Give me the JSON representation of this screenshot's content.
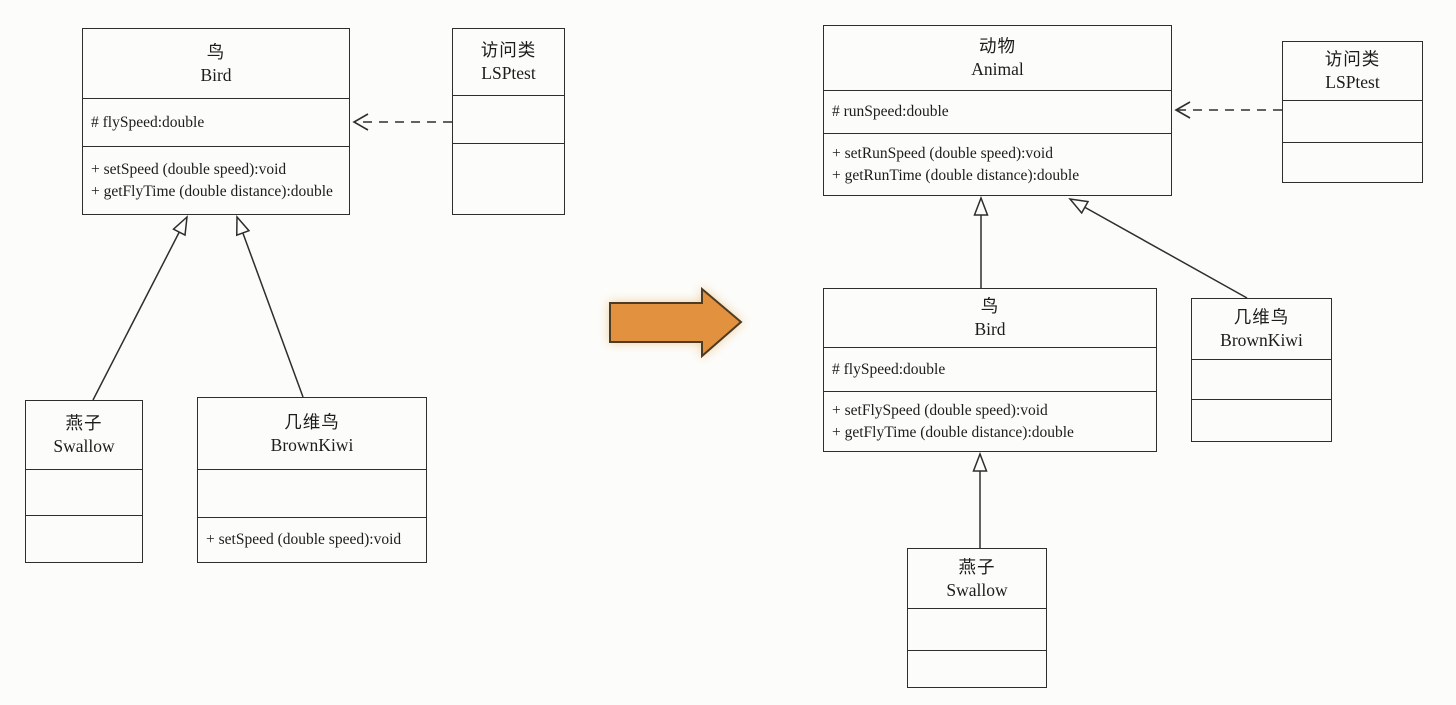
{
  "left_diagram": {
    "bird": {
      "name_cn": "鸟",
      "name_en": "Bird",
      "attributes": [
        "# flySpeed:double"
      ],
      "methods": [
        "+ setSpeed (double speed):void",
        "+ getFlyTime (double distance):double"
      ]
    },
    "lsptest": {
      "name_cn": "访问类",
      "name_en": "LSPtest",
      "attributes": [],
      "methods": []
    },
    "swallow": {
      "name_cn": "燕子",
      "name_en": "Swallow",
      "attributes": [],
      "methods": []
    },
    "brownkiwi": {
      "name_cn": "几维鸟",
      "name_en": "BrownKiwi",
      "attributes": [],
      "methods": [
        "+ setSpeed (double speed):void"
      ]
    }
  },
  "right_diagram": {
    "animal": {
      "name_cn": "动物",
      "name_en": "Animal",
      "attributes": [
        "# runSpeed:double"
      ],
      "methods": [
        "+ setRunSpeed (double speed):void",
        "+ getRunTime (double distance):double"
      ]
    },
    "lsptest": {
      "name_cn": "访问类",
      "name_en": "LSPtest",
      "attributes": [],
      "methods": []
    },
    "bird": {
      "name_cn": "鸟",
      "name_en": "Bird",
      "attributes": [
        "# flySpeed:double"
      ],
      "methods": [
        "+ setFlySpeed (double speed):void",
        "+ getFlyTime (double distance):double"
      ]
    },
    "brownkiwi": {
      "name_cn": "几维鸟",
      "name_en": "BrownKiwi",
      "attributes": [],
      "methods": []
    },
    "swallow": {
      "name_cn": "燕子",
      "name_en": "Swallow",
      "attributes": [],
      "methods": []
    }
  },
  "refactor_arrow": {
    "direction": "right",
    "fill_color": "#e2913e",
    "border_color": "#4d3b24",
    "halo_color": "#f0cf9e"
  },
  "line_color": "#2e2e2e",
  "background_color": "#fcfcfa"
}
